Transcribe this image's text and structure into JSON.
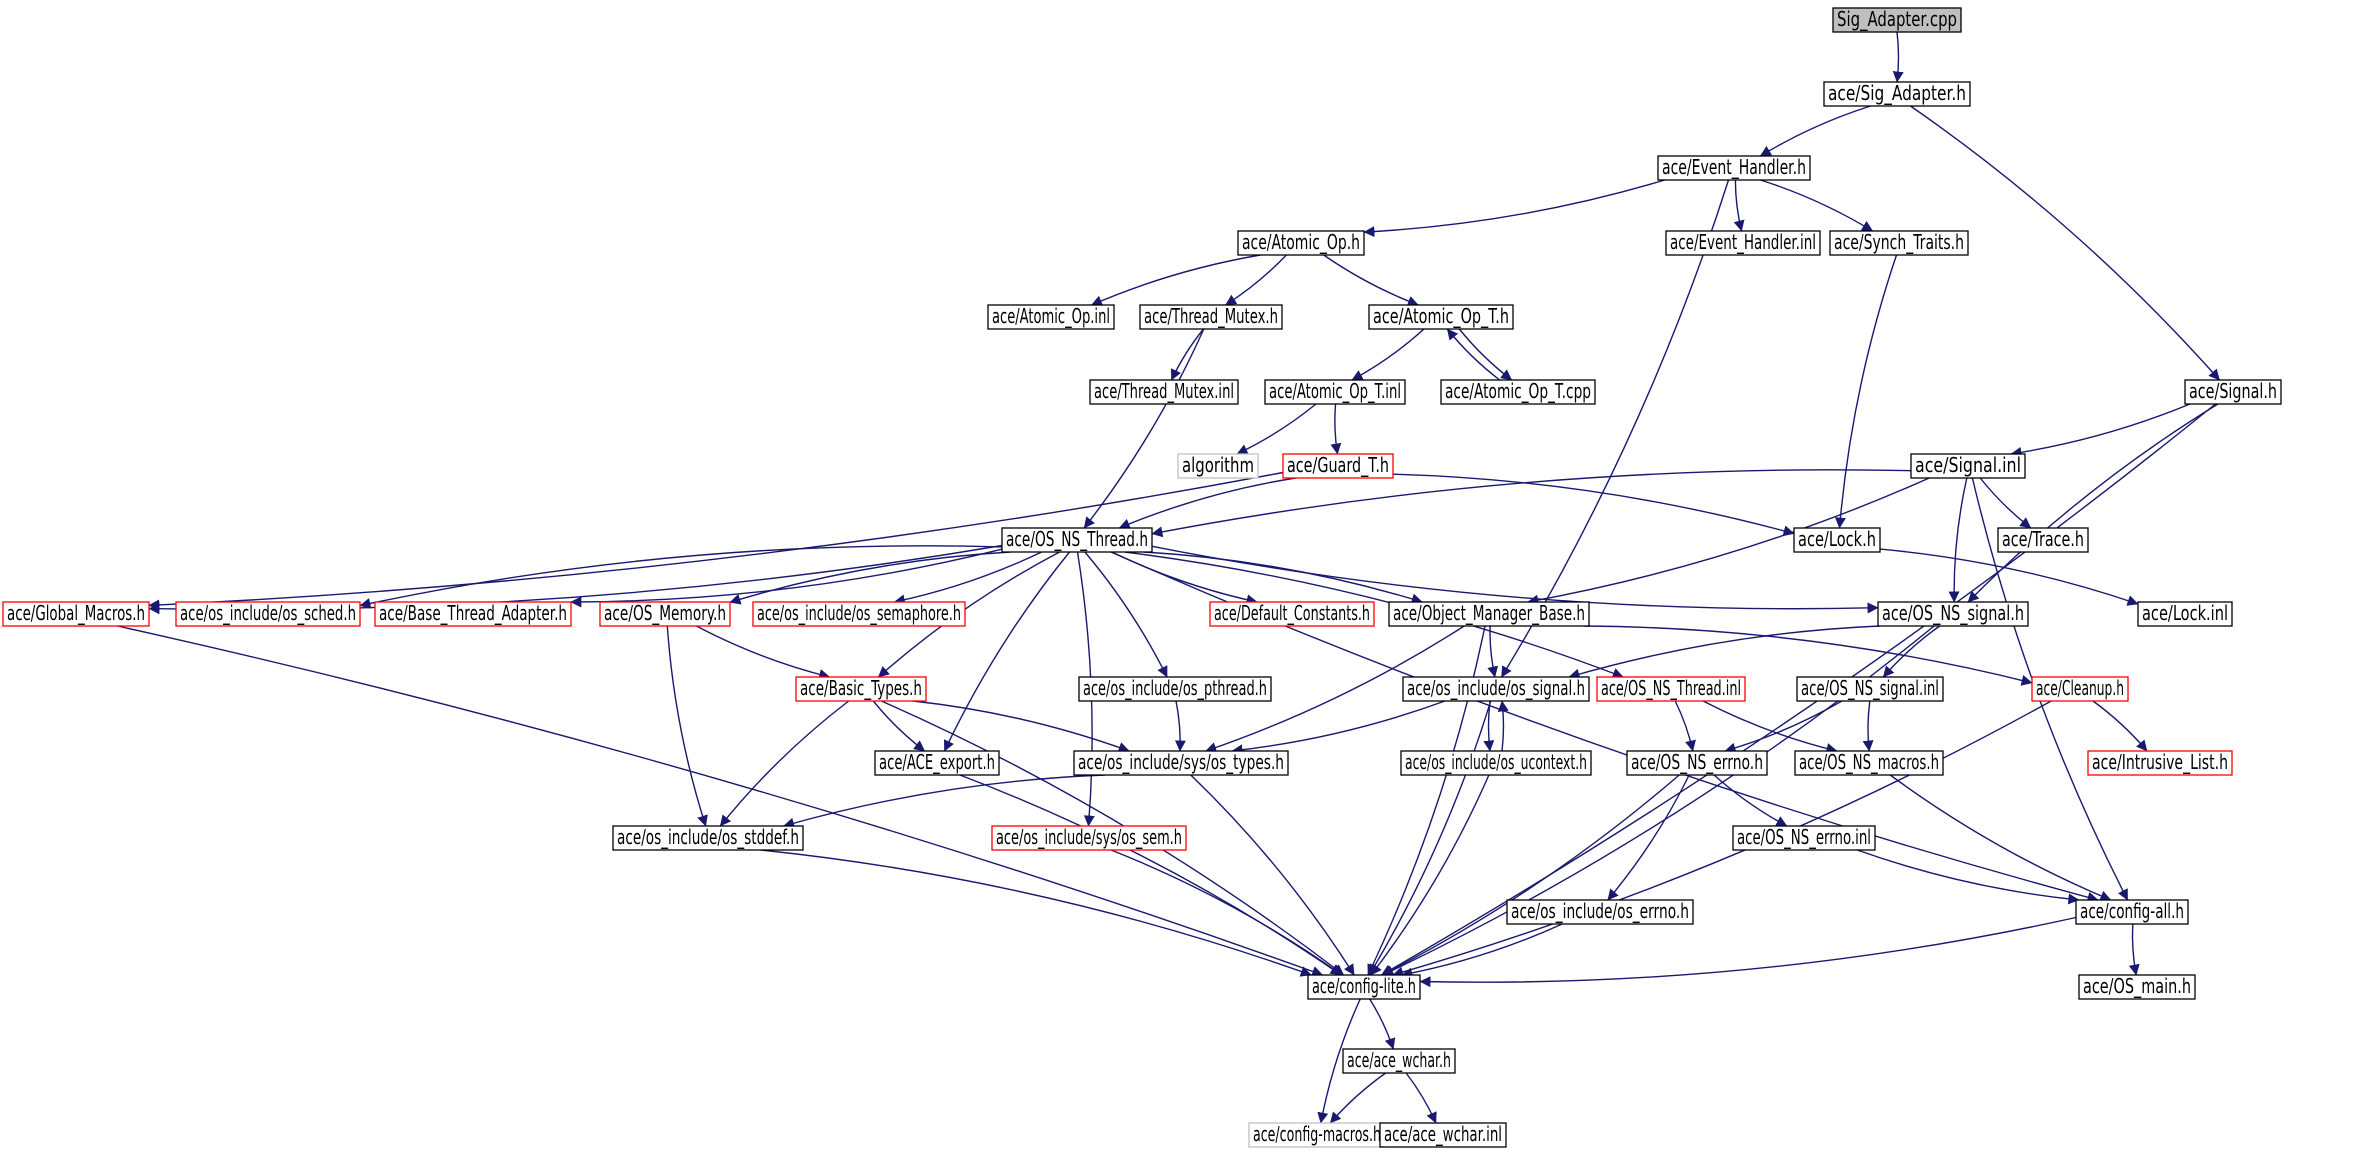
{
  "diagram": {
    "colors": {
      "edge": "#191970",
      "border_normal": "#000000",
      "border_truncated": "#ff0000",
      "border_system": "#bfbfbf",
      "fill_root": "#bfbfbf",
      "fill_normal": "#ffffff"
    },
    "nodes": [
      {
        "id": "n1",
        "label": "Sig_Adapter.cpp",
        "kind": "root"
      },
      {
        "id": "n2",
        "label": "ace/Sig_Adapter.h",
        "kind": "normal"
      },
      {
        "id": "n3",
        "label": "ace/Event_Handler.h",
        "kind": "normal"
      },
      {
        "id": "n4",
        "label": "ace/Atomic_Op.h",
        "kind": "normal"
      },
      {
        "id": "n5",
        "label": "ace/Event_Handler.inl",
        "kind": "normal"
      },
      {
        "id": "n6",
        "label": "ace/Synch_Traits.h",
        "kind": "normal"
      },
      {
        "id": "n7",
        "label": "ace/Atomic_Op.inl",
        "kind": "normal"
      },
      {
        "id": "n8",
        "label": "ace/Thread_Mutex.h",
        "kind": "normal"
      },
      {
        "id": "n9",
        "label": "ace/Atomic_Op_T.h",
        "kind": "normal"
      },
      {
        "id": "n10",
        "label": "ace/Thread_Mutex.inl",
        "kind": "normal"
      },
      {
        "id": "n11",
        "label": "ace/Atomic_Op_T.inl",
        "kind": "normal"
      },
      {
        "id": "n12",
        "label": "ace/Atomic_Op_T.cpp",
        "kind": "normal"
      },
      {
        "id": "n13",
        "label": "ace/Signal.h",
        "kind": "normal"
      },
      {
        "id": "n14",
        "label": "algorithm",
        "kind": "system"
      },
      {
        "id": "n15",
        "label": "ace/Guard_T.h",
        "kind": "truncated"
      },
      {
        "id": "n16",
        "label": "ace/Signal.inl",
        "kind": "normal"
      },
      {
        "id": "n17",
        "label": "ace/OS_NS_Thread.h",
        "kind": "normal"
      },
      {
        "id": "n18",
        "label": "ace/Lock.h",
        "kind": "normal"
      },
      {
        "id": "n19",
        "label": "ace/Trace.h",
        "kind": "normal"
      },
      {
        "id": "n20",
        "label": "ace/Global_Macros.h",
        "kind": "truncated"
      },
      {
        "id": "n21",
        "label": "ace/os_include/os_sched.h",
        "kind": "truncated"
      },
      {
        "id": "n22",
        "label": "ace/Base_Thread_Adapter.h",
        "kind": "truncated"
      },
      {
        "id": "n23",
        "label": "ace/OS_Memory.h",
        "kind": "truncated"
      },
      {
        "id": "n24",
        "label": "ace/os_include/os_semaphore.h",
        "kind": "truncated"
      },
      {
        "id": "n25",
        "label": "ace/Default_Constants.h",
        "kind": "truncated"
      },
      {
        "id": "n26",
        "label": "ace/Object_Manager_Base.h",
        "kind": "normal"
      },
      {
        "id": "n27",
        "label": "ace/OS_NS_signal.h",
        "kind": "normal"
      },
      {
        "id": "n28",
        "label": "ace/Lock.inl",
        "kind": "normal"
      },
      {
        "id": "n29",
        "label": "ace/Basic_Types.h",
        "kind": "truncated"
      },
      {
        "id": "n30",
        "label": "ace/os_include/os_pthread.h",
        "kind": "normal"
      },
      {
        "id": "n31",
        "label": "ace/os_include/os_signal.h",
        "kind": "normal"
      },
      {
        "id": "n32",
        "label": "ace/OS_NS_Thread.inl",
        "kind": "truncated"
      },
      {
        "id": "n33",
        "label": "ace/OS_NS_signal.inl",
        "kind": "normal"
      },
      {
        "id": "n34",
        "label": "ace/Cleanup.h",
        "kind": "truncated"
      },
      {
        "id": "n35",
        "label": "ace/ACE_export.h",
        "kind": "normal"
      },
      {
        "id": "n36",
        "label": "ace/os_include/sys/os_types.h",
        "kind": "normal"
      },
      {
        "id": "n37",
        "label": "ace/os_include/os_ucontext.h",
        "kind": "normal"
      },
      {
        "id": "n38",
        "label": "ace/OS_NS_errno.h",
        "kind": "normal"
      },
      {
        "id": "n39",
        "label": "ace/OS_NS_macros.h",
        "kind": "normal"
      },
      {
        "id": "n40",
        "label": "ace/Intrusive_List.h",
        "kind": "truncated"
      },
      {
        "id": "n41",
        "label": "ace/os_include/os_stddef.h",
        "kind": "normal"
      },
      {
        "id": "n42",
        "label": "ace/os_include/sys/os_sem.h",
        "kind": "truncated"
      },
      {
        "id": "n43",
        "label": "ace/OS_NS_errno.inl",
        "kind": "normal"
      },
      {
        "id": "n44",
        "label": "ace/os_include/os_errno.h",
        "kind": "normal"
      },
      {
        "id": "n45",
        "label": "ace/config-all.h",
        "kind": "normal"
      },
      {
        "id": "n46",
        "label": "ace/config-lite.h",
        "kind": "normal"
      },
      {
        "id": "n47",
        "label": "ace/OS_main.h",
        "kind": "normal"
      },
      {
        "id": "n48",
        "label": "ace/ace_wchar.h",
        "kind": "normal"
      },
      {
        "id": "n49",
        "label": "ace/config-macros.h",
        "kind": "system"
      },
      {
        "id": "n50",
        "label": "ace/ace_wchar.inl",
        "kind": "normal"
      }
    ],
    "edges": [
      [
        "n1",
        "n2"
      ],
      [
        "n2",
        "n3"
      ],
      [
        "n2",
        "n13"
      ],
      [
        "n3",
        "n4"
      ],
      [
        "n3",
        "n5"
      ],
      [
        "n3",
        "n6"
      ],
      [
        "n3",
        "n31"
      ],
      [
        "n4",
        "n7"
      ],
      [
        "n4",
        "n8"
      ],
      [
        "n4",
        "n9"
      ],
      [
        "n8",
        "n10"
      ],
      [
        "n8",
        "n17"
      ],
      [
        "n9",
        "n11"
      ],
      [
        "n9",
        "n12"
      ],
      [
        "n12",
        "n9"
      ],
      [
        "n11",
        "n14"
      ],
      [
        "n11",
        "n15"
      ],
      [
        "n6",
        "n18"
      ],
      [
        "n13",
        "n16"
      ],
      [
        "n13",
        "n27"
      ],
      [
        "n13",
        "n46"
      ],
      [
        "n15",
        "n17"
      ],
      [
        "n15",
        "n18"
      ],
      [
        "n15",
        "n20"
      ],
      [
        "n16",
        "n17"
      ],
      [
        "n16",
        "n19"
      ],
      [
        "n16",
        "n27"
      ],
      [
        "n16",
        "n26"
      ],
      [
        "n16",
        "n45"
      ],
      [
        "n18",
        "n28"
      ],
      [
        "n17",
        "n20"
      ],
      [
        "n17",
        "n21"
      ],
      [
        "n17",
        "n22"
      ],
      [
        "n17",
        "n23"
      ],
      [
        "n17",
        "n24"
      ],
      [
        "n17",
        "n25"
      ],
      [
        "n17",
        "n26"
      ],
      [
        "n17",
        "n27"
      ],
      [
        "n17",
        "n29"
      ],
      [
        "n17",
        "n30"
      ],
      [
        "n17",
        "n32"
      ],
      [
        "n17",
        "n35"
      ],
      [
        "n17",
        "n42"
      ],
      [
        "n17",
        "n45"
      ],
      [
        "n20",
        "n46"
      ],
      [
        "n23",
        "n29"
      ],
      [
        "n23",
        "n41"
      ],
      [
        "n26",
        "n31"
      ],
      [
        "n26",
        "n36"
      ],
      [
        "n26",
        "n34"
      ],
      [
        "n26",
        "n46"
      ],
      [
        "n27",
        "n31"
      ],
      [
        "n27",
        "n33"
      ],
      [
        "n27",
        "n46"
      ],
      [
        "n29",
        "n35"
      ],
      [
        "n29",
        "n36"
      ],
      [
        "n29",
        "n41"
      ],
      [
        "n29",
        "n46"
      ],
      [
        "n30",
        "n36"
      ],
      [
        "n31",
        "n36"
      ],
      [
        "n31",
        "n37"
      ],
      [
        "n31",
        "n46"
      ],
      [
        "n37",
        "n31"
      ],
      [
        "n32",
        "n38"
      ],
      [
        "n32",
        "n39"
      ],
      [
        "n33",
        "n38"
      ],
      [
        "n33",
        "n39"
      ],
      [
        "n34",
        "n40"
      ],
      [
        "n34",
        "n46"
      ],
      [
        "n35",
        "n46"
      ],
      [
        "n36",
        "n41"
      ],
      [
        "n36",
        "n46"
      ],
      [
        "n37",
        "n46"
      ],
      [
        "n38",
        "n43"
      ],
      [
        "n38",
        "n44"
      ],
      [
        "n38",
        "n46"
      ],
      [
        "n39",
        "n45"
      ],
      [
        "n41",
        "n46"
      ],
      [
        "n42",
        "n46"
      ],
      [
        "n43",
        "n45"
      ],
      [
        "n44",
        "n46"
      ],
      [
        "n45",
        "n46"
      ],
      [
        "n45",
        "n47"
      ],
      [
        "n46",
        "n48"
      ],
      [
        "n46",
        "n49"
      ],
      [
        "n48",
        "n49"
      ],
      [
        "n48",
        "n50"
      ]
    ]
  }
}
